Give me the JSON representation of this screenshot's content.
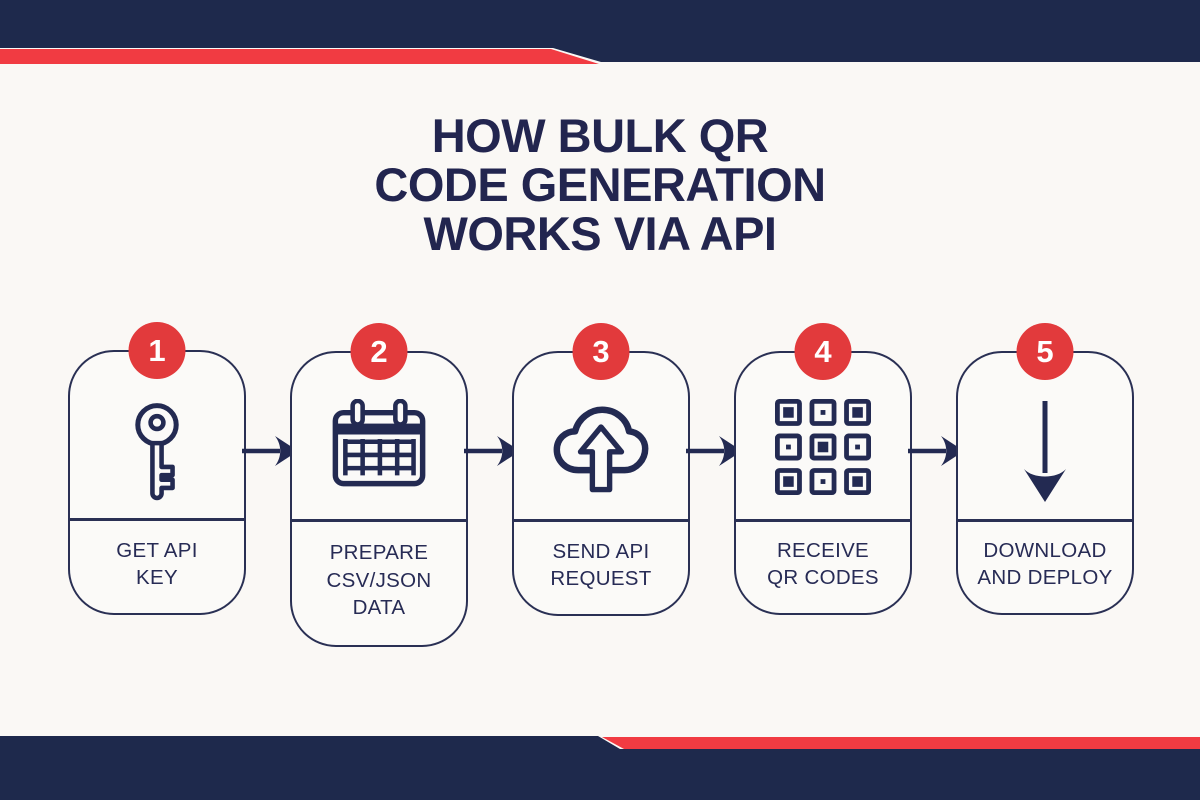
{
  "title": "HOW BULK QR\nCODE GENERATION\nWORKS VIA API",
  "colors": {
    "navy_band": "#1e294c",
    "stripe_red": "#f13b42",
    "badge_red": "#e23a3c",
    "title_navy": "#22254f",
    "icon_navy": "#232a52",
    "background": "#faf8f5"
  },
  "steps": [
    {
      "number": "1",
      "label": "GET API\nKEY",
      "icon": "key-icon"
    },
    {
      "number": "2",
      "label": "PREPARE\nCSV/JSON\nDATA",
      "icon": "calendar-data-icon"
    },
    {
      "number": "3",
      "label": "SEND API\nREQUEST",
      "icon": "cloud-upload-icon"
    },
    {
      "number": "4",
      "label": "RECEIVE\nQR CODES",
      "icon": "qr-code-icon"
    },
    {
      "number": "5",
      "label": "DOWNLOAD\nAND DEPLOY",
      "icon": "download-arrow-icon"
    }
  ]
}
